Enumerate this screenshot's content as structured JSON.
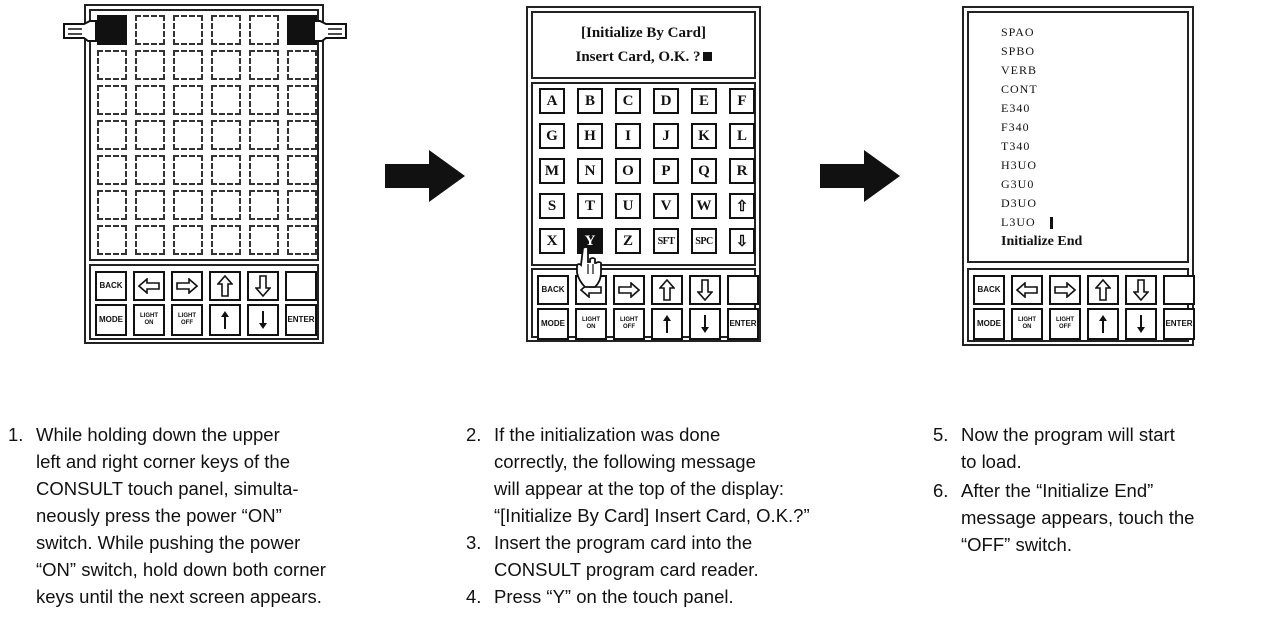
{
  "panel1": {
    "control_row1": [
      "BACK",
      "left-arrow",
      "right-arrow",
      "up-arrow",
      "down-arrow",
      ""
    ],
    "control_row2": [
      "MODE",
      "LIGHT ON",
      "LIGHT OFF",
      "up-small-arrow",
      "down-small-arrow",
      "ENTER"
    ]
  },
  "panel2": {
    "message_line1": "[Initialize By Card]",
    "message_line2": "Insert Card, O.K. ?",
    "keys": [
      [
        "A",
        "B",
        "C",
        "D",
        "E",
        "F"
      ],
      [
        "G",
        "H",
        "I",
        "J",
        "K",
        "L"
      ],
      [
        "M",
        "N",
        "O",
        "P",
        "Q",
        "R"
      ],
      [
        "S",
        "T",
        "U",
        "V",
        "W",
        "⇧"
      ],
      [
        "X",
        "Y",
        "Z",
        "SFT",
        "SPC",
        "⇩"
      ]
    ],
    "pressed_key": "Y",
    "control_row1": [
      "BACK",
      "left-arrow",
      "right-arrow",
      "up-arrow",
      "down-arrow",
      ""
    ],
    "control_row2": [
      "MODE",
      "LIGHT ON",
      "LIGHT OFF",
      "up-small-arrow",
      "down-small-arrow",
      "ENTER"
    ]
  },
  "panel3": {
    "items": [
      "SPAO",
      "SPBO",
      "VERB",
      "CONT",
      "E340",
      "F340",
      "T340",
      "H3UO",
      "G3U0",
      "D3UO",
      "L3UO"
    ],
    "end_message": "Initialize End",
    "control_row1": [
      "BACK",
      "left-arrow",
      "right-arrow",
      "up-arrow",
      "down-arrow",
      ""
    ],
    "control_row2": [
      "MODE",
      "LIGHT ON",
      "LIGHT OFF",
      "up-small-arrow",
      "down-small-arrow",
      "ENTER"
    ]
  },
  "instructions": {
    "col1": {
      "num1": "1.",
      "lines": [
        "While holding down the upper",
        "left and right corner keys of the",
        "CONSULT touch panel, simulta-",
        "neously press the power “ON”",
        "switch. While pushing the power",
        "“ON” switch, hold down both corner",
        "keys until the next screen appears."
      ]
    },
    "col2": {
      "num2": "2.",
      "lines2": [
        "If the initialization was done",
        "correctly, the following message",
        "will appear at the top of the display:",
        "“[Initialize By Card] Insert Card, O.K.?”"
      ],
      "num3": "3.",
      "lines3": [
        "Insert the program card into the",
        "CONSULT program card reader."
      ],
      "num4": "4.",
      "lines4": [
        "Press “Y” on the touch panel."
      ]
    },
    "col3": {
      "num5": "5.",
      "lines5": [
        "Now the program will start",
        "to load."
      ],
      "num6": "6.",
      "lines6": [
        "After the “Initialize End”",
        "message appears, touch the",
        "“OFF” switch."
      ]
    }
  }
}
